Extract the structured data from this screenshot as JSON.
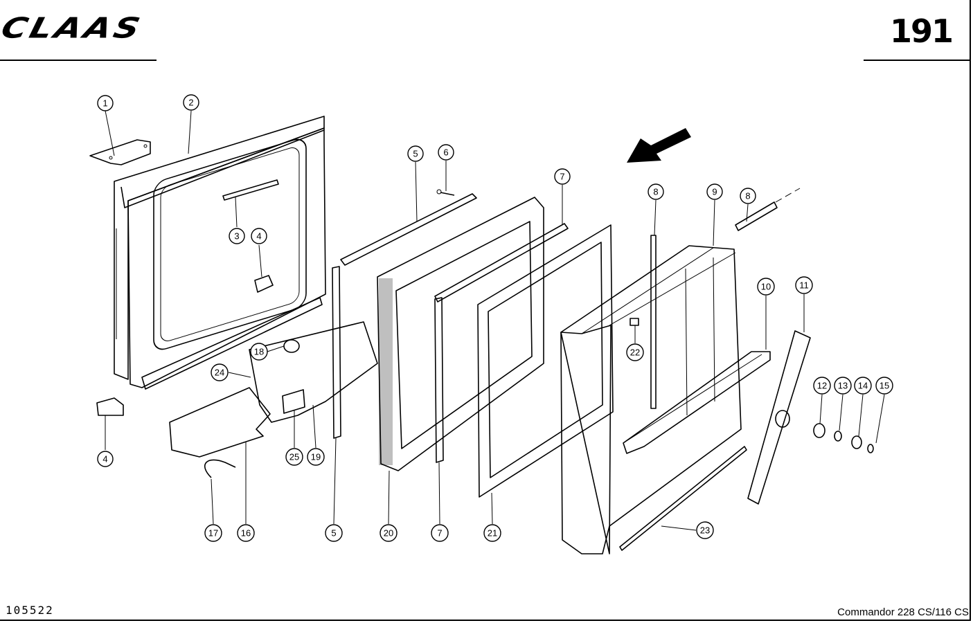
{
  "header": {
    "brand": "CLAAS",
    "page_number": "191"
  },
  "footer": {
    "drawing_number": "105522",
    "model": "Commandor 228 CS/116 CS"
  },
  "callouts": [
    {
      "id": "c1",
      "label": "1"
    },
    {
      "id": "c2",
      "label": "2"
    },
    {
      "id": "c3",
      "label": "3"
    },
    {
      "id": "c4a",
      "label": "4"
    },
    {
      "id": "c4b",
      "label": "4"
    },
    {
      "id": "c5a",
      "label": "5"
    },
    {
      "id": "c6",
      "label": "6"
    },
    {
      "id": "c7a",
      "label": "7"
    },
    {
      "id": "c8a",
      "label": "8"
    },
    {
      "id": "c9",
      "label": "9"
    },
    {
      "id": "c8b",
      "label": "8"
    },
    {
      "id": "c10",
      "label": "10"
    },
    {
      "id": "c11",
      "label": "11"
    },
    {
      "id": "c12",
      "label": "12"
    },
    {
      "id": "c13",
      "label": "13"
    },
    {
      "id": "c14",
      "label": "14"
    },
    {
      "id": "c15",
      "label": "15"
    },
    {
      "id": "c18",
      "label": "18"
    },
    {
      "id": "c22",
      "label": "22"
    },
    {
      "id": "c24",
      "label": "24"
    },
    {
      "id": "c17",
      "label": "17"
    },
    {
      "id": "c16",
      "label": "16"
    },
    {
      "id": "c25",
      "label": "25"
    },
    {
      "id": "c19",
      "label": "19"
    },
    {
      "id": "c5b",
      "label": "5"
    },
    {
      "id": "c20",
      "label": "20"
    },
    {
      "id": "c7b",
      "label": "7"
    },
    {
      "id": "c21",
      "label": "21"
    },
    {
      "id": "c23",
      "label": "23"
    }
  ]
}
